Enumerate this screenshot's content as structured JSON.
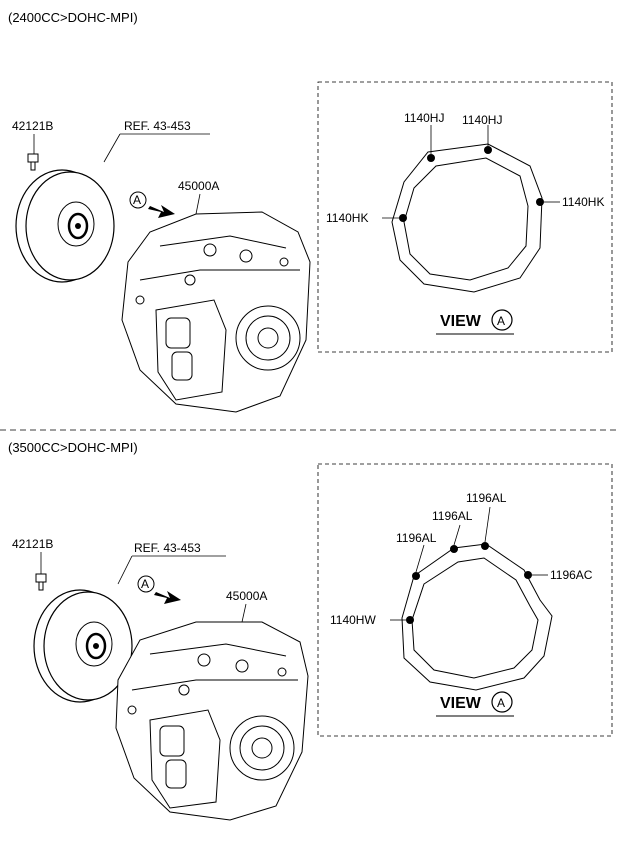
{
  "sections": [
    {
      "title": "(2400CC>DOHC-MPI)",
      "converter_part": "42121B",
      "ref": "REF. 43-453",
      "transmission_part": "45000A",
      "arrow_label": "A",
      "view_title": "VIEW",
      "view_marker": "A",
      "view_callouts": [
        "1140HJ",
        "1140HJ",
        "1140HK",
        "1140HK"
      ]
    },
    {
      "title": "(3500CC>DOHC-MPI)",
      "converter_part": "42121B",
      "ref": "REF. 43-453",
      "transmission_part": "45000A",
      "arrow_label": "A",
      "view_title": "VIEW",
      "view_marker": "A",
      "view_callouts": [
        "1196AL",
        "1196AL",
        "1196AL",
        "1196AC",
        "1140HW"
      ]
    }
  ]
}
